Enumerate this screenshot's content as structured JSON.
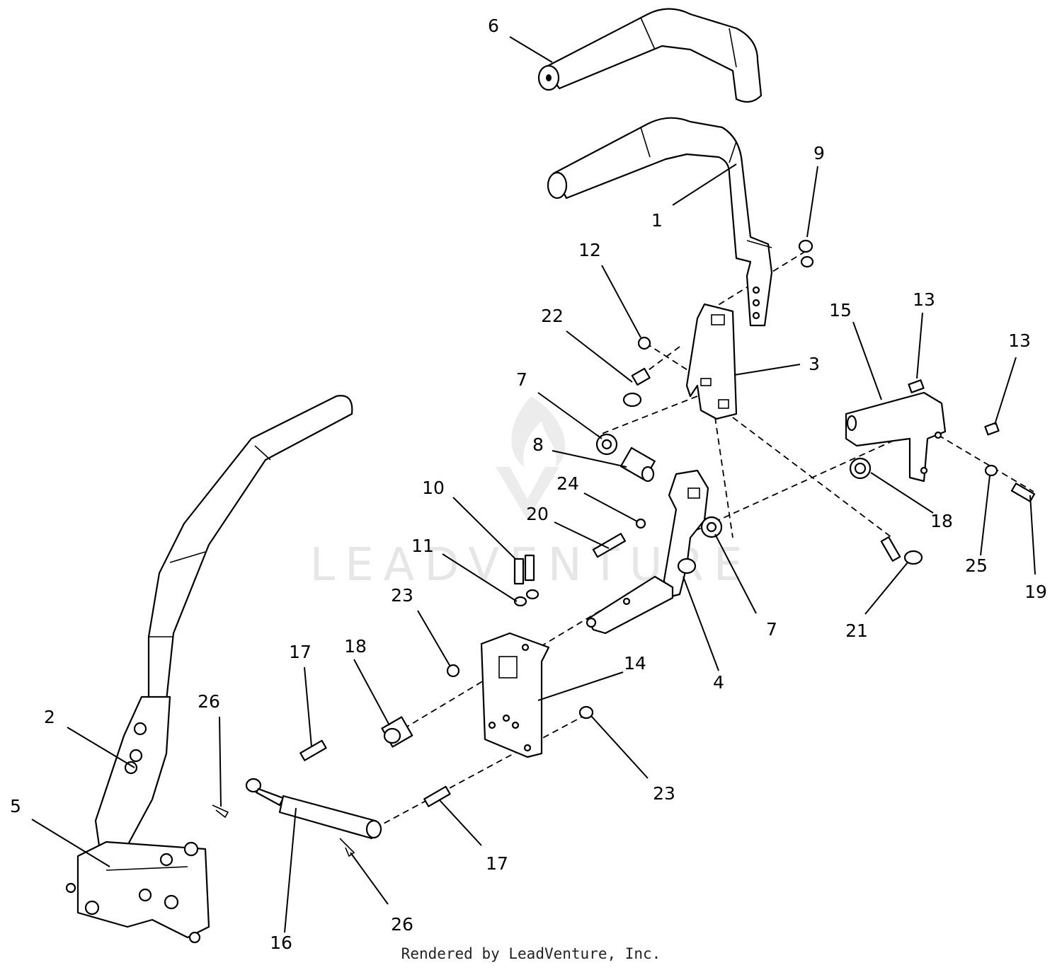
{
  "watermark": {
    "text": "LEADVENTURE"
  },
  "footer": {
    "text": "Rendered by LeadVenture, Inc."
  },
  "callouts": [
    "6",
    "1",
    "9",
    "12",
    "22",
    "3",
    "15",
    "13",
    "13",
    "7",
    "8",
    "24",
    "20",
    "10",
    "11",
    "18",
    "25",
    "19",
    "21",
    "7",
    "4",
    "23",
    "14",
    "17",
    "18",
    "26",
    "2",
    "5",
    "23",
    "17",
    "16",
    "26"
  ]
}
